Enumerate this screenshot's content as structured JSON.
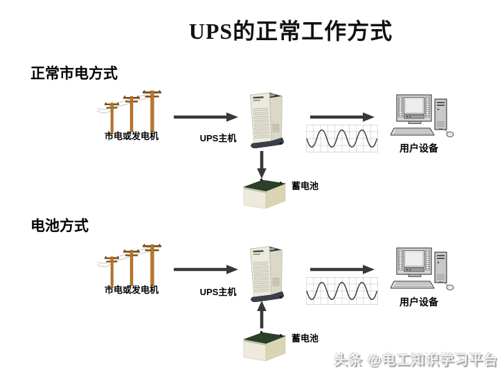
{
  "title": "UPS的正常工作方式",
  "watermark": "头条 @电工知识学习平台",
  "sections": [
    {
      "heading": "正常市电方式",
      "source_label": "市电或发电机",
      "ups_label": "UPS主机",
      "battery_label": "蓄电池",
      "device_label": "用户设备",
      "battery_flow": "ups-to-battery"
    },
    {
      "heading": "电池方式",
      "source_label": "市电或发电机",
      "ups_label": "UPS主机",
      "battery_label": "蓄电池",
      "device_label": "用户设备",
      "battery_flow": "battery-to-ups"
    }
  ],
  "colors": {
    "arrow": "#383838",
    "pole": "#b9752b",
    "pole_arm": "#7d4e12",
    "battery_top": "#2c3f28",
    "battery_body": "#edeadc",
    "wave": "#333333",
    "grid": "#cdcdcd",
    "watermark_text": "#f0f0f0"
  }
}
